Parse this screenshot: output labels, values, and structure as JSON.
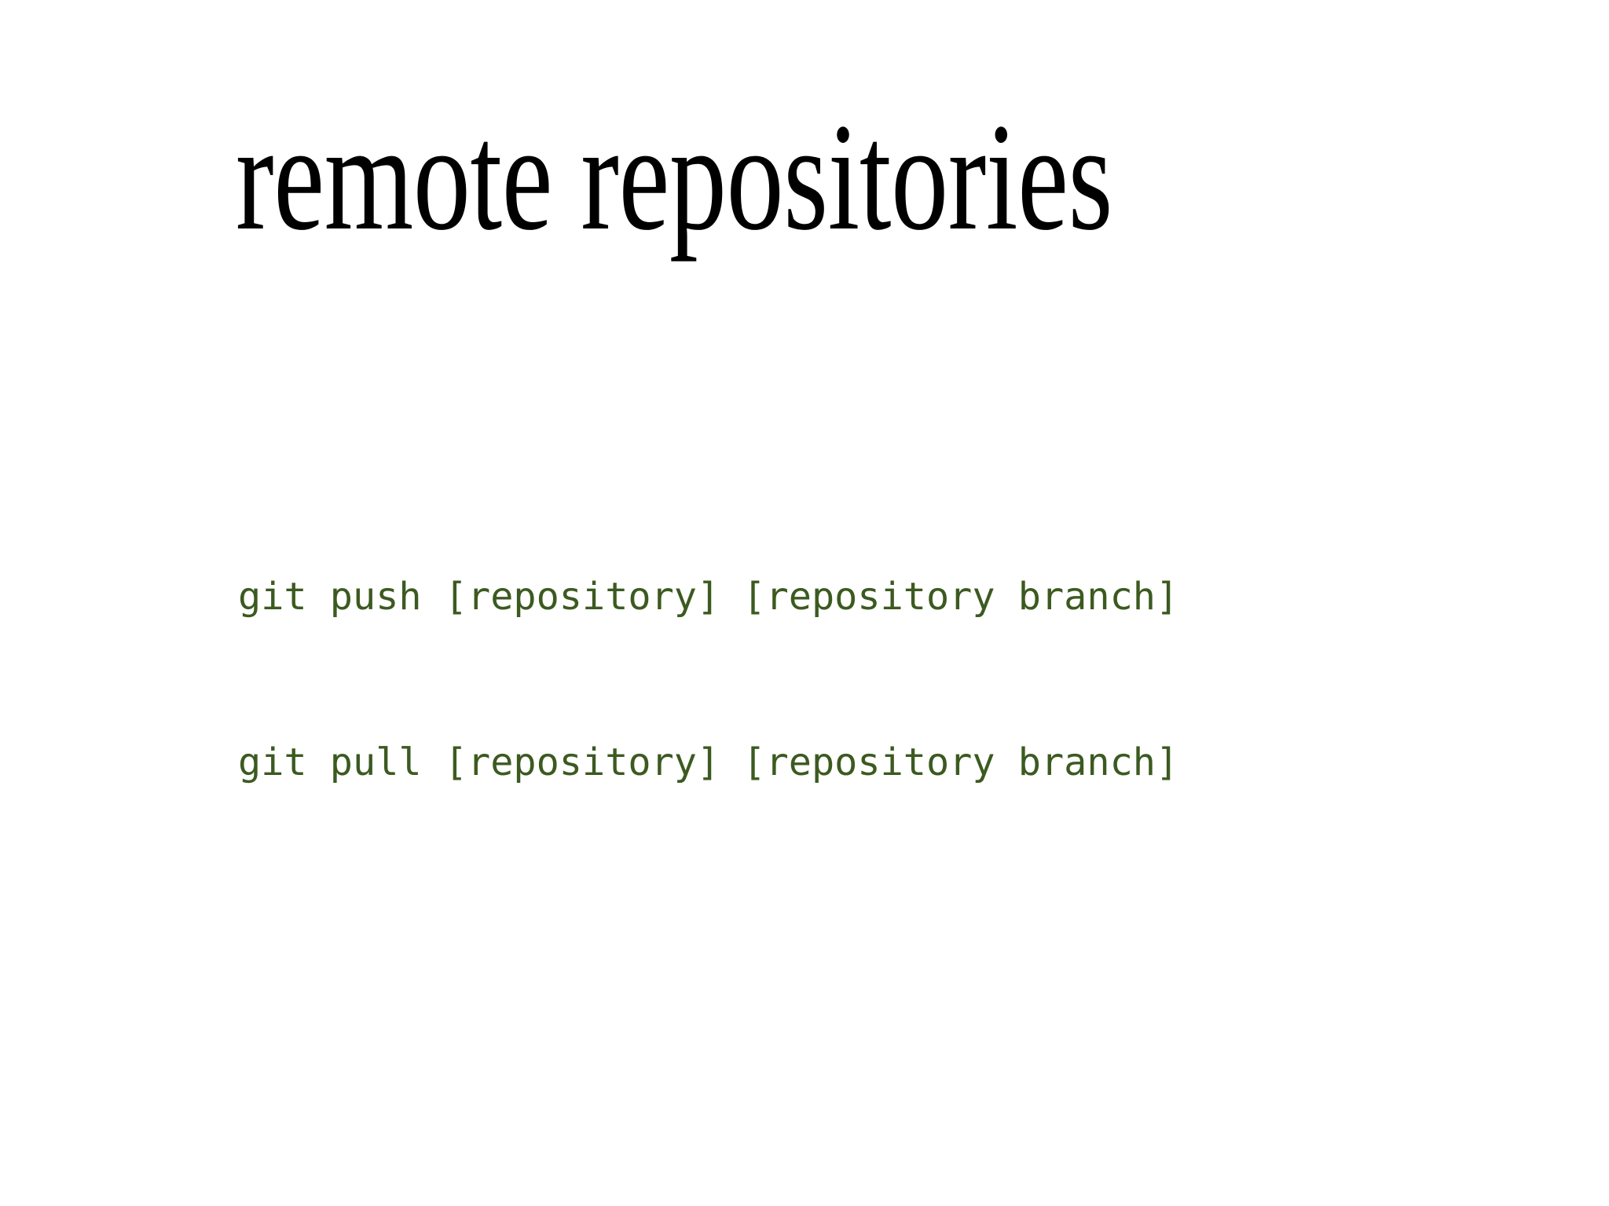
{
  "slide": {
    "title": "remote repositories",
    "background_color": "#ffffff",
    "title_color": "#000000",
    "code_color": "#3c5a20",
    "code_lines": [
      "git push [repository] [repository branch]",
      "git pull [repository] [repository branch]"
    ]
  }
}
